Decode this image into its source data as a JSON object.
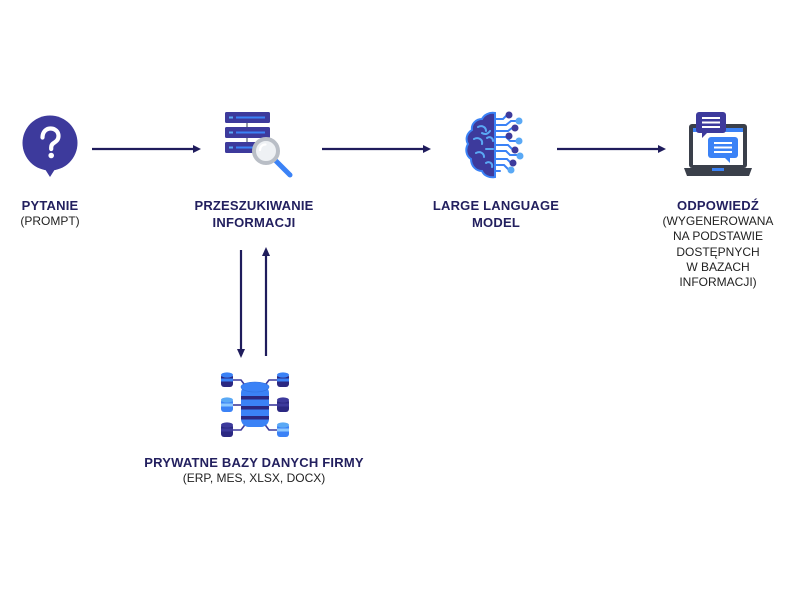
{
  "colors": {
    "navy": "#23205f",
    "indigo": "#3d3a9c",
    "blue": "#3b82f6",
    "light_blue": "#5aa9f5",
    "dark_gray": "#3a3f4a",
    "gray": "#bfc3c9",
    "arrow": "#1f1c5c"
  },
  "nodes": [
    {
      "id": "prompt",
      "icon": "question-bubble-icon",
      "title": "PYTANIE",
      "subtitle_lines": [
        "(PROMPT)"
      ]
    },
    {
      "id": "retrieval",
      "icon": "server-search-icon",
      "title_lines": [
        "PRZESZUKIWANIE",
        "INFORMACJI"
      ]
    },
    {
      "id": "llm",
      "icon": "brain-circuit-icon",
      "title_lines": [
        "LARGE LANGUAGE",
        "MODEL"
      ]
    },
    {
      "id": "answer",
      "icon": "laptop-chat-icon",
      "title": "ODPOWIEDŹ",
      "subtitle_lines": [
        "(WYGENEROWANA",
        "NA PODSTAWIE",
        "DOSTĘPNYCH",
        "W BAZACH",
        "INFORMACJI)"
      ]
    },
    {
      "id": "databases",
      "icon": "database-network-icon",
      "title": "PRYWATNE BAZY DANYCH FIRMY",
      "subtitle_lines": [
        "(ERP, MES, XLSX, DOCX)"
      ]
    }
  ],
  "edges": [
    {
      "from": "prompt",
      "to": "retrieval",
      "direction": "right"
    },
    {
      "from": "retrieval",
      "to": "llm",
      "direction": "right"
    },
    {
      "from": "llm",
      "to": "answer",
      "direction": "right"
    },
    {
      "from": "retrieval",
      "to": "databases",
      "direction": "down"
    },
    {
      "from": "databases",
      "to": "retrieval",
      "direction": "up"
    }
  ]
}
